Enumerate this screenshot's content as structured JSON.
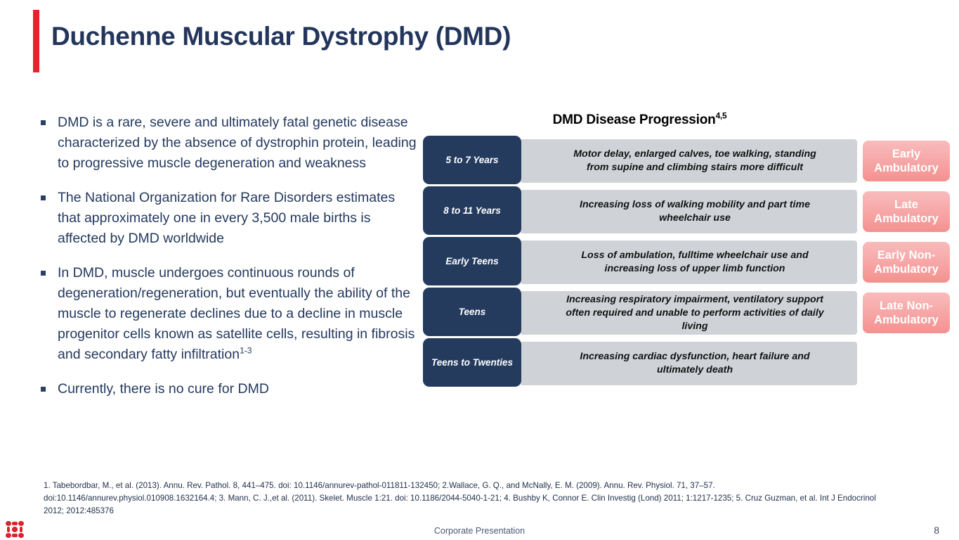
{
  "slide": {
    "title": "Duchenne Muscular Dystrophy (DMD)",
    "accent_color": "#e8222c",
    "title_color": "#23355b"
  },
  "bullets": [
    {
      "text": "DMD is a rare, severe and ultimately fatal genetic disease characterized by the absence of dystrophin protein, leading to progressive muscle degeneration and weakness",
      "superscript": ""
    },
    {
      "text": "The National Organization for Rare Disorders estimates that approximately one in every 3,500 male births is affected by DMD worldwide",
      "superscript": ""
    },
    {
      "text": "In DMD, muscle undergoes continuous rounds of degeneration/regeneration, but eventually the ability of the muscle to regenerate declines due to a decline in muscle progenitor cells known as satellite cells, resulting in fibrosis and secondary fatty infiltration",
      "superscript": "1-3"
    },
    {
      "text": "Currently, there is no cure for DMD",
      "superscript": ""
    }
  ],
  "diagram": {
    "title": "DMD Disease Progression",
    "title_superscript": "4,5",
    "stage_box_color": "#243b5e",
    "description_bar_color": "#cfd3d8",
    "status_badge_color": "#f7a9a9",
    "rows": [
      {
        "stage": "5 to 7 Years",
        "description": "Motor delay, enlarged calves, toe walking, standing from supine and climbing stairs more difficult",
        "status": "Early Ambulatory"
      },
      {
        "stage": "8 to 11 Years",
        "description": "Increasing loss of walking mobility and part time wheelchair use",
        "status": "Late Ambulatory"
      },
      {
        "stage": "Early Teens",
        "description": "Loss of ambulation, fulltime wheelchair use and increasing loss of upper limb function",
        "status": "Early Non-Ambulatory"
      },
      {
        "stage": "Teens",
        "description": "Increasing respiratory impairment, ventilatory support often required and unable to perform activities of daily living",
        "status": "Late Non-Ambulatory"
      },
      {
        "stage": "Teens to Twenties",
        "description": "Increasing cardiac dysfunction, heart failure and ultimately death",
        "status": ""
      }
    ]
  },
  "footnote": "1. Tabebordbar, M., et al. (2013). Annu. Rev. Pathol. 8, 441–475. doi: 10.1146/annurev-pathol-011811-132450; 2.Wallace, G. Q., and McNally, E. M. (2009). Annu. Rev. Physiol. 71, 37–57. doi:10.1146/annurev.physiol.010908.1632164.4; 3. Mann, C. J.,et al. (2011). Skelet. Muscle 1:21. doi: 10.1186/2044-5040-1-21; 4. Bushby K, Connor E. Clin Investig (Lond) 2011; 1:1217-1235; 5. Cruz Guzman, et al. Int J Endocrinol 2012; 2012:485376",
  "footer": {
    "label": "Corporate Presentation",
    "page_number": "8",
    "logo_color": "#d9232e"
  }
}
